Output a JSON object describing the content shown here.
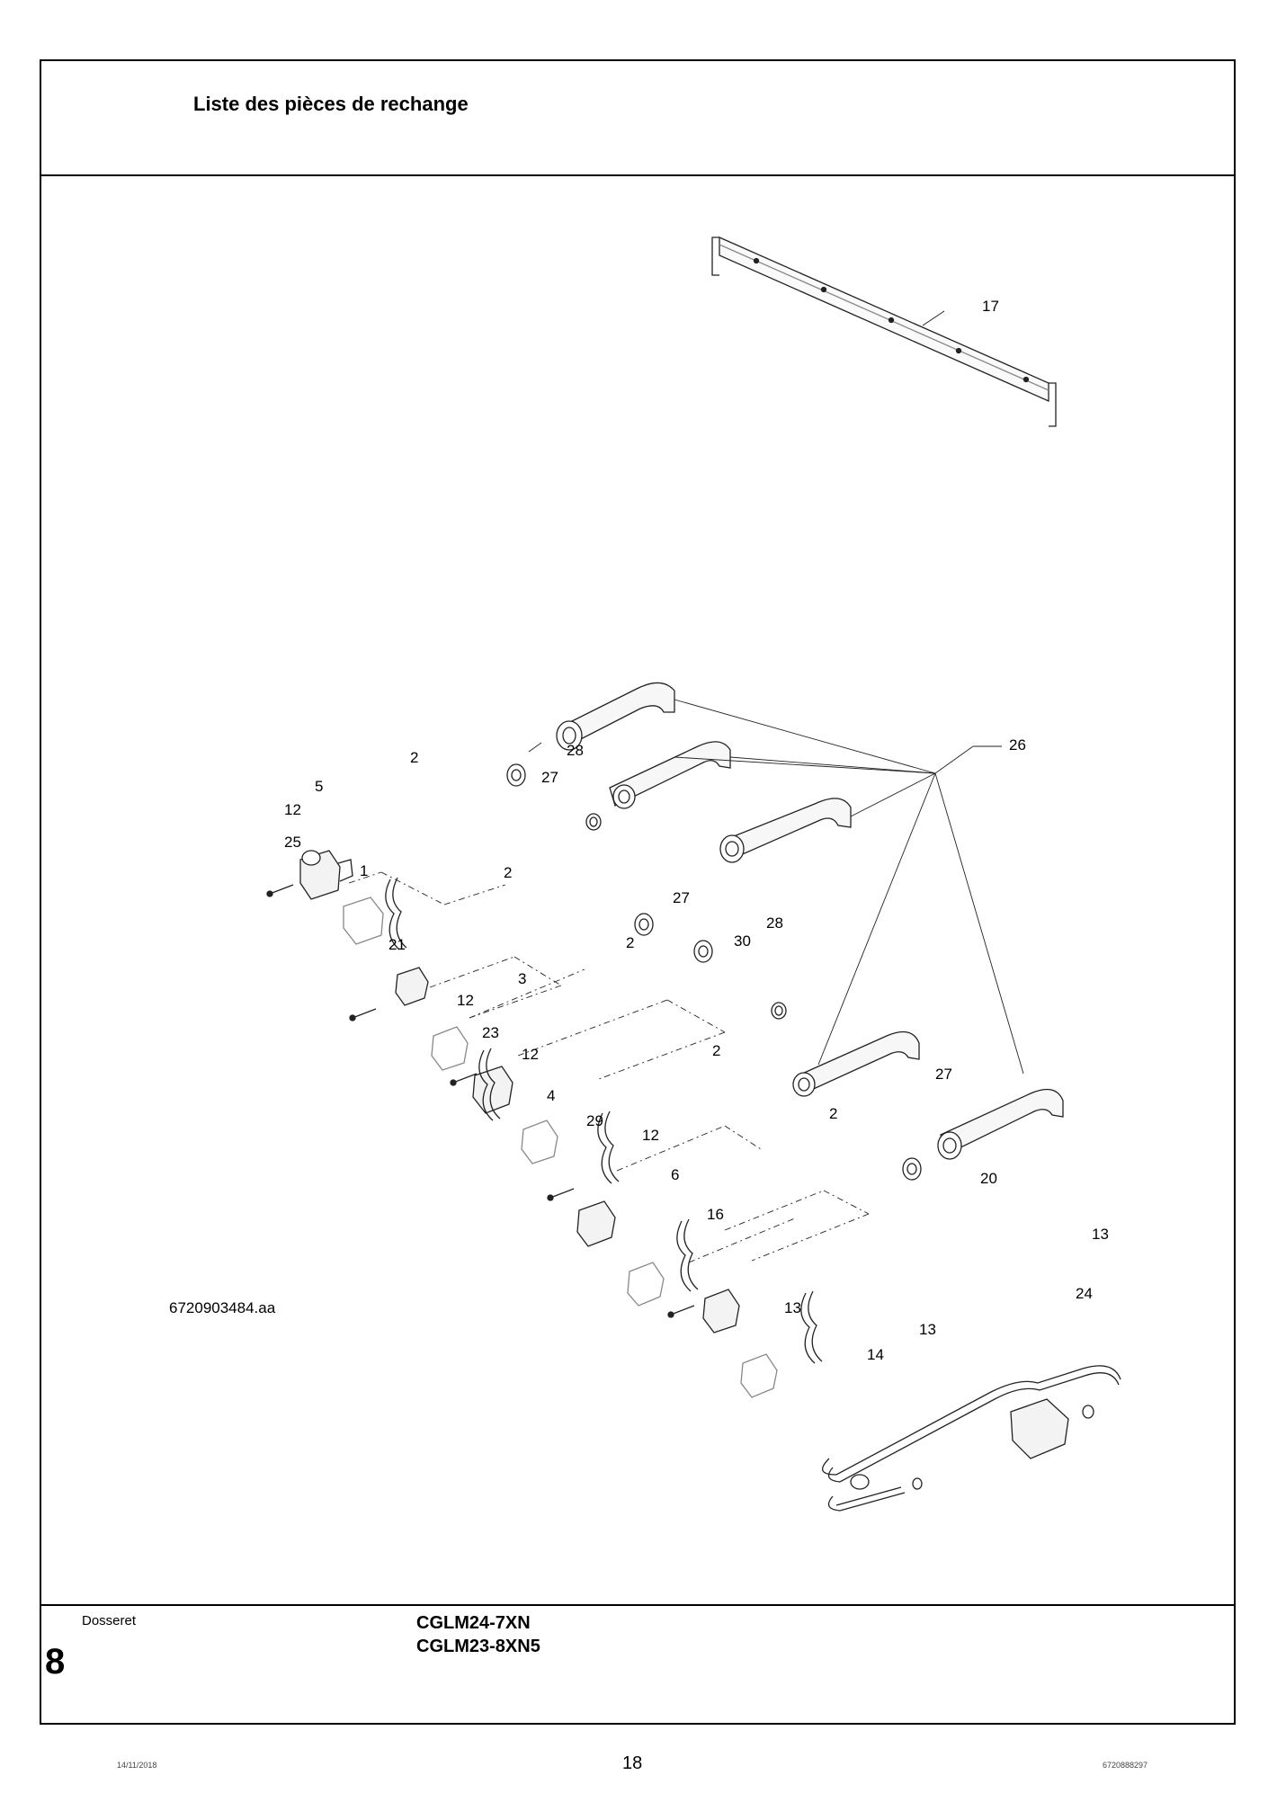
{
  "header": {
    "title": "Liste des pièces de rechange"
  },
  "drawing": {
    "figure_ref": "6720903484.aa",
    "callouts": [
      "17",
      "26",
      "28",
      "27",
      "2",
      "5",
      "12",
      "25",
      "1",
      "2",
      "21",
      "27",
      "30",
      "28",
      "3",
      "12",
      "2",
      "23",
      "12",
      "4",
      "2",
      "29",
      "12",
      "6",
      "2",
      "16",
      "27",
      "20",
      "13",
      "24",
      "13",
      "13",
      "14"
    ]
  },
  "footer": {
    "section_name": "Dosseret",
    "section_number": "8",
    "model_1": "CGLM24-7XN",
    "model_2": "CGLM23-8XN5"
  },
  "page": {
    "number": "18",
    "date": "14/11/2018",
    "doc_number": "6720888297"
  }
}
